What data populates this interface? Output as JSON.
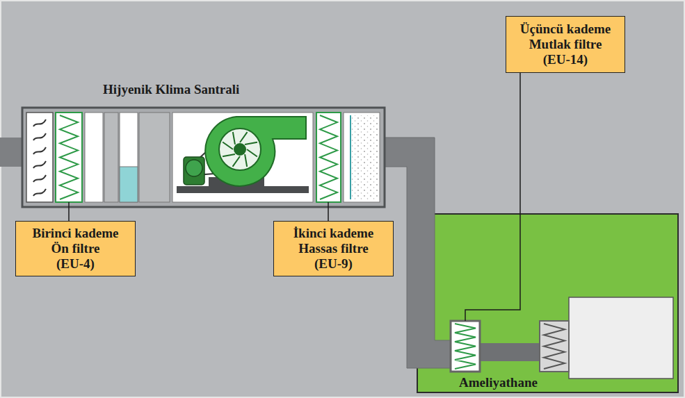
{
  "diagram": {
    "nodes": [
      {
        "text": [
          "Üçüncü kademe",
          "Mutlak filtre",
          "(EU-14)"
        ]
      },
      {
        "text": [
          "Hijyenik Klima Santrali"
        ]
      },
      {
        "text": [
          "Birinci kademe",
          "Ön filtre",
          "(EU-4)"
        ]
      },
      {
        "text": [
          "İkinci kademe",
          "Hassas filtre",
          "(EU-9)"
        ]
      },
      {
        "text": [
          "Ameliyathane"
        ]
      }
    ]
  }
}
